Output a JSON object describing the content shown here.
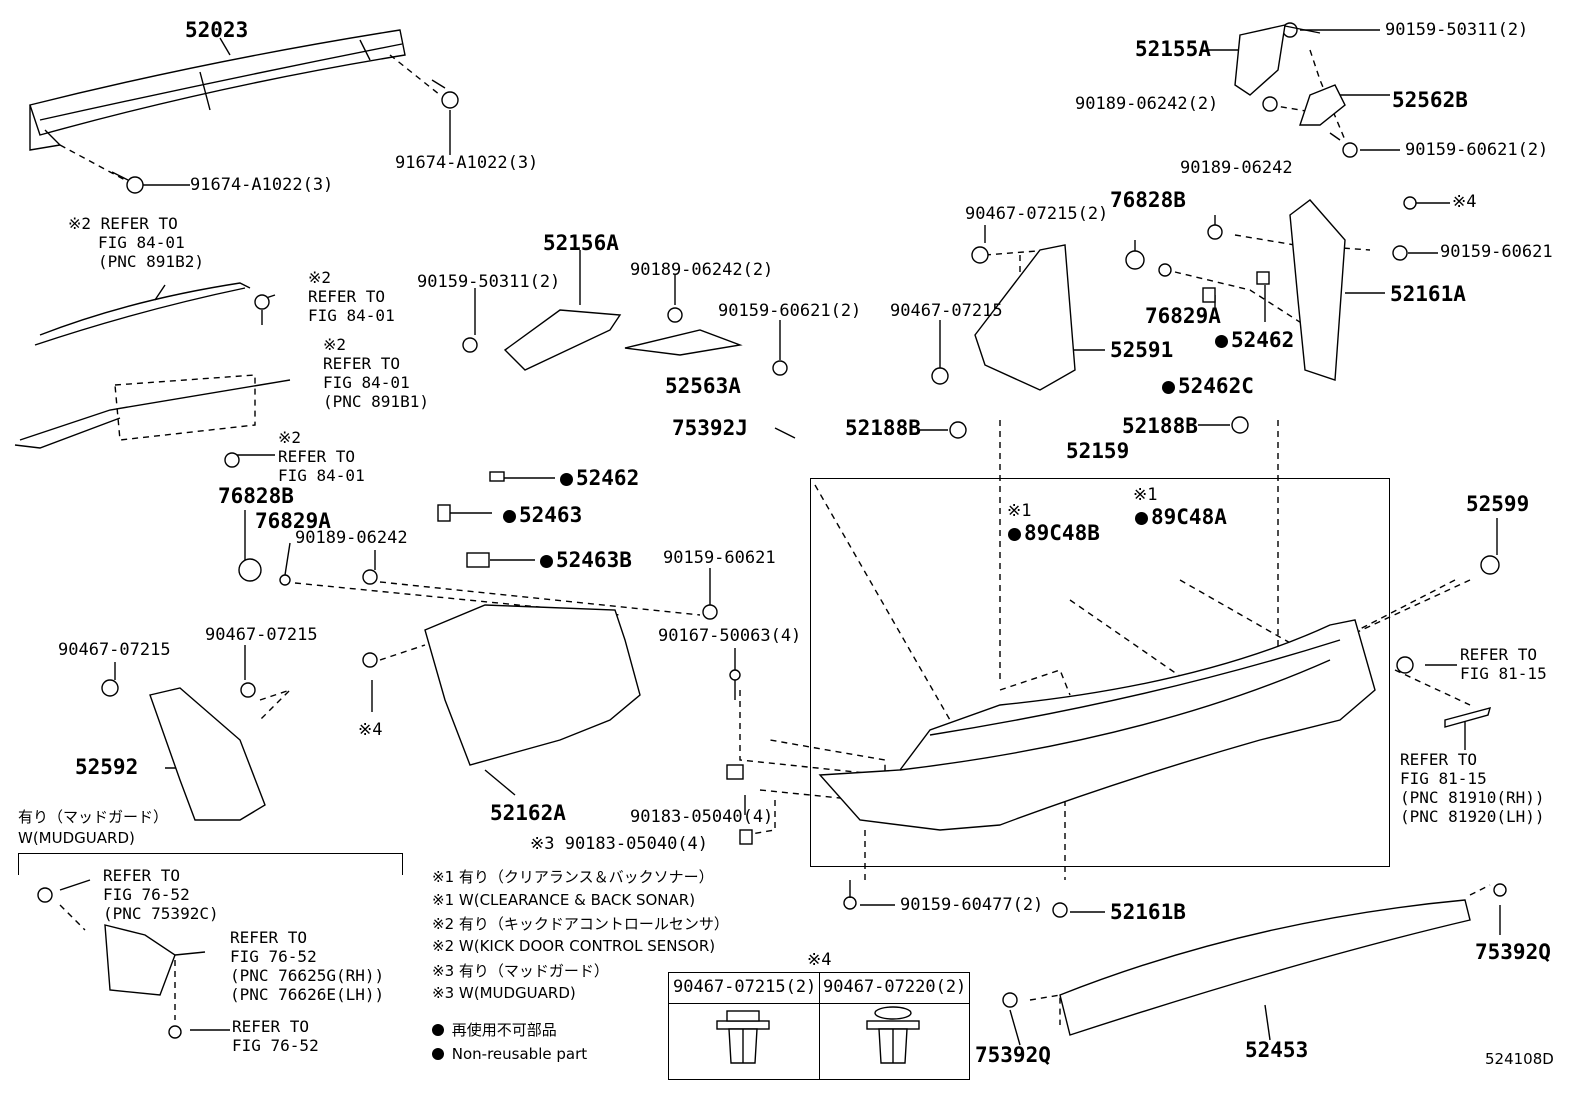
{
  "parts": {
    "p52023": "52023",
    "p91674_a": "91674-A1022(3)",
    "p91674_b": "91674-A1022(3)",
    "p52155A": "52155A",
    "p90159_50311_top": "90159-50311(2)",
    "p90189_06242_top": "90189-06242(2)",
    "p52562B": "52562B",
    "p90159_60621_top": "90159-60621(2)",
    "p90189_06242_r": "90189-06242",
    "p4_r": "※4",
    "p90159_60621_r": "90159-60621",
    "p52161A": "52161A",
    "p76828B_r": "76828B",
    "p76829A_r": "76829A",
    "p52462_r": "52462",
    "p52462C": "52462C",
    "p90467_07215_2": "90467-07215(2)",
    "p90467_07215_m": "90467-07215",
    "p52591": "52591",
    "p52156A": "52156A",
    "p90159_50311_m": "90159-50311(2)",
    "p90189_06242_m": "90189-06242(2)",
    "p90159_60621_m": "90159-60621(2)",
    "p52563A": "52563A",
    "p75392J": "75392J",
    "p52188B_a": "52188B",
    "p52188B_b": "52188B",
    "p52159": "52159",
    "p89C48B": "89C48B",
    "p89C48A": "89C48A",
    "p1_a": "※1",
    "p1_b": "※1",
    "p52599": "52599",
    "p52462_m": "52462",
    "p52463": "52463",
    "p52463B": "52463B",
    "p76828B_l": "76828B",
    "p76829A_l": "76829A",
    "p90189_06242_l": "90189-06242",
    "p90159_60621_c": "90159-60621",
    "p90167_50063": "90167-50063(4)",
    "p4_l": "※4",
    "p90467_07215_a": "90467-07215",
    "p90467_07215_b": "90467-07215",
    "p52592": "52592",
    "p52162A": "52162A",
    "p90183_05040": "90183-05040(4)",
    "p90183_05040_3": "※3 90183-05040(4)",
    "p90159_60477": "90159-60477(2)",
    "p52161B": "52161B",
    "p75392Q_r": "75392Q",
    "p75392Q_l": "75392Q",
    "p52453": "52453",
    "doc_id": "524108D"
  },
  "refs": {
    "r891B2": [
      "※2 REFER TO",
      "FIG 84-01",
      "(PNC 891B2)"
    ],
    "r84_01_a": [
      "※2",
      "REFER TO",
      "FIG 84-01"
    ],
    "r891B1": [
      "※2",
      "REFER TO",
      "FIG 84-01",
      "(PNC 891B1)"
    ],
    "r84_01_b": [
      "※2",
      "REFER TO",
      "FIG 84-01"
    ],
    "r81_15_a": [
      "REFER TO",
      "FIG 81-15"
    ],
    "r81_15_b": [
      "REFER TO",
      "FIG 81-15",
      "(PNC 81910(RH))",
      "(PNC 81920(LH))"
    ],
    "r75392C": [
      "REFER TO",
      "FIG 76-52",
      "(PNC 75392C)"
    ],
    "r76625G": [
      "REFER TO",
      "FIG 76-52",
      "(PNC 76625G(RH))",
      "(PNC 76626E(LH))"
    ],
    "r76_52": [
      "REFER TO",
      "FIG 76-52"
    ]
  },
  "mudguard": {
    "jp": "有り（マッドガード）",
    "en": "W(MUDGUARD)"
  },
  "notes": [
    "※1 有り（クリアランス＆バックソナー）",
    "※1 W(CLEARANCE & BACK SONAR)",
    "※2 有り（キックドアコントロールセンサ）",
    "※2 W(KICK DOOR CONTROL SENSOR)",
    "※3 有り（マッドガード）",
    "※3 W(MUDGUARD)"
  ],
  "legend": {
    "jp": "再使用不可部品",
    "en": "Non-reusable part"
  },
  "clip_table": {
    "title": "※4",
    "col1": "90467-07215(2)",
    "col2": "90467-07220(2)"
  }
}
